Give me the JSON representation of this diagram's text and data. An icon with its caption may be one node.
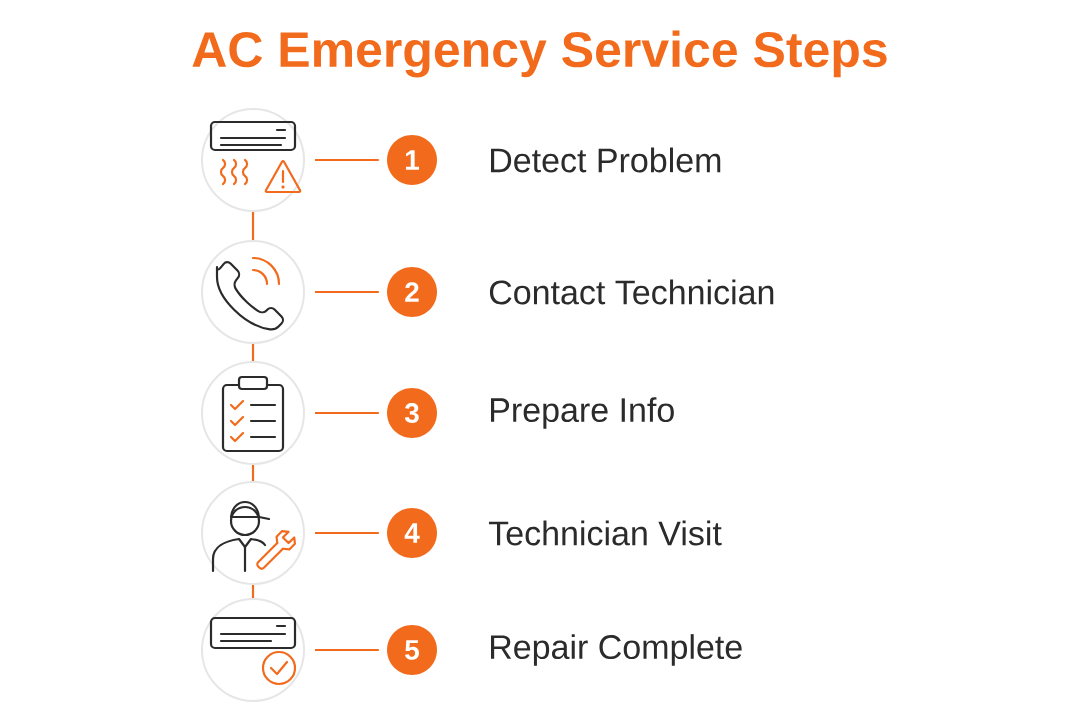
{
  "diagram": {
    "title": "AC Emergency Service Steps",
    "nodes": [
      {
        "text": [],
        "shape": "circle"
      },
      {
        "text": [
          "1"
        ],
        "beside": [
          "Detect Problem"
        ]
      },
      {
        "text": [],
        "shape": "circle"
      },
      {
        "text": [
          "2"
        ],
        "beside": [
          "Contact Technician"
        ]
      },
      {
        "text": [],
        "shape": "circle"
      },
      {
        "text": [
          "3"
        ],
        "beside": [
          "Prepare Info"
        ]
      },
      {
        "text": [],
        "shape": "circle"
      },
      {
        "text": [
          "4"
        ],
        "beside": [
          "Technician Visit"
        ]
      },
      {
        "text": [],
        "shape": "circle"
      },
      {
        "text": [
          "5"
        ],
        "beside": [
          "Repair Complete"
        ]
      }
    ],
    "edges": [
      {
        "from": 0,
        "to": 1,
        "arrow": "none"
      },
      {
        "from": 0,
        "to": 2,
        "arrow": "none"
      },
      {
        "from": 2,
        "to": 3,
        "arrow": "none"
      },
      {
        "from": 2,
        "to": 4,
        "arrow": "none"
      },
      {
        "from": 4,
        "to": 5,
        "arrow": "none"
      },
      {
        "from": 4,
        "to": 6,
        "arrow": "none"
      },
      {
        "from": 6,
        "to": 7,
        "arrow": "none"
      },
      {
        "from": 6,
        "to": 8,
        "arrow": "none"
      },
      {
        "from": 8,
        "to": 9,
        "arrow": "none"
      }
    ]
  }
}
